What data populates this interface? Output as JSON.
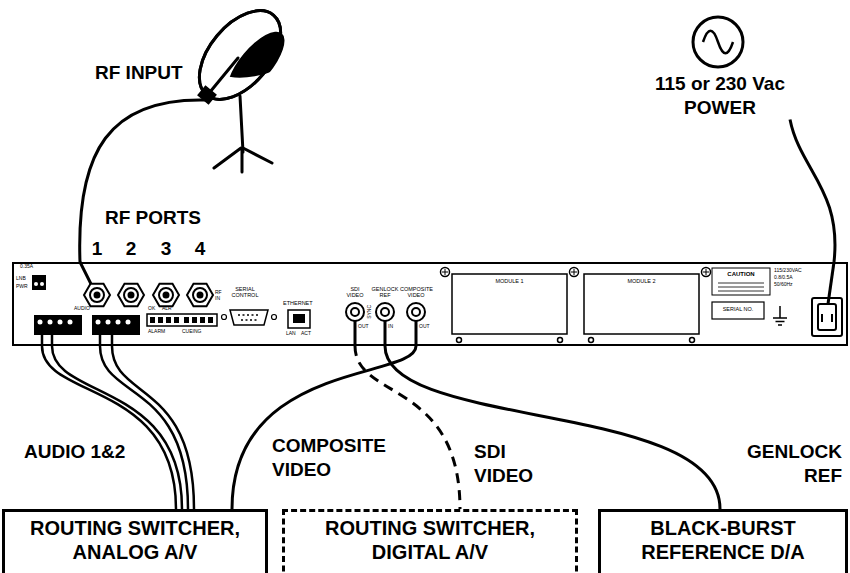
{
  "diagram": {
    "nodes": [
      {
        "text": [
          "RF PORTS"
        ]
      },
      {
        "text": [
          "115 or 230 Vac POWER"
        ]
      },
      {
        "text": [
          "ROUTING SWITCHER, ANALOG A/V"
        ]
      },
      {
        "text": [
          "ROUTING SWITCHER, DIGITAL A/V"
        ]
      },
      {
        "text": [
          "BLACK-BURST REFERENCE D/A"
        ]
      }
    ],
    "edges": [
      {
        "from": 0,
        "to": 2,
        "label": "AUDIO 1&2",
        "arrow": "none"
      },
      {
        "from": 0,
        "to": 2,
        "label": "COMPOSITE VIDEO",
        "arrow": "none"
      },
      {
        "from": 0,
        "to": 3,
        "label": "SDI VIDEO",
        "arrow": "none"
      },
      {
        "from": 4,
        "to": 0,
        "label": "GENLOCK REF",
        "arrow": "none"
      },
      {
        "from": 1,
        "to": 0,
        "arrow": "none"
      }
    ],
    "labels": [
      "RF INPUT",
      "1",
      "2",
      "3",
      "4",
      "0.35A",
      "LNB",
      "PWR",
      "RF IN",
      "AUDIO",
      "OK",
      "ALR",
      "ALARM",
      "CUEING",
      "SERIAL CONTROL",
      "ETHERNET",
      "LAN",
      "ACT",
      "SDI VIDEO",
      "SYNC",
      "GENLOCK REF",
      "COMPOSITE VIDEO",
      "OUT",
      "IN",
      "OUT",
      "MODULE 1",
      "MODULE 2",
      "CAUTION",
      "SERIAL NO.",
      "115/230VAC",
      "0.8/0.5A",
      "50/60Hz"
    ]
  }
}
